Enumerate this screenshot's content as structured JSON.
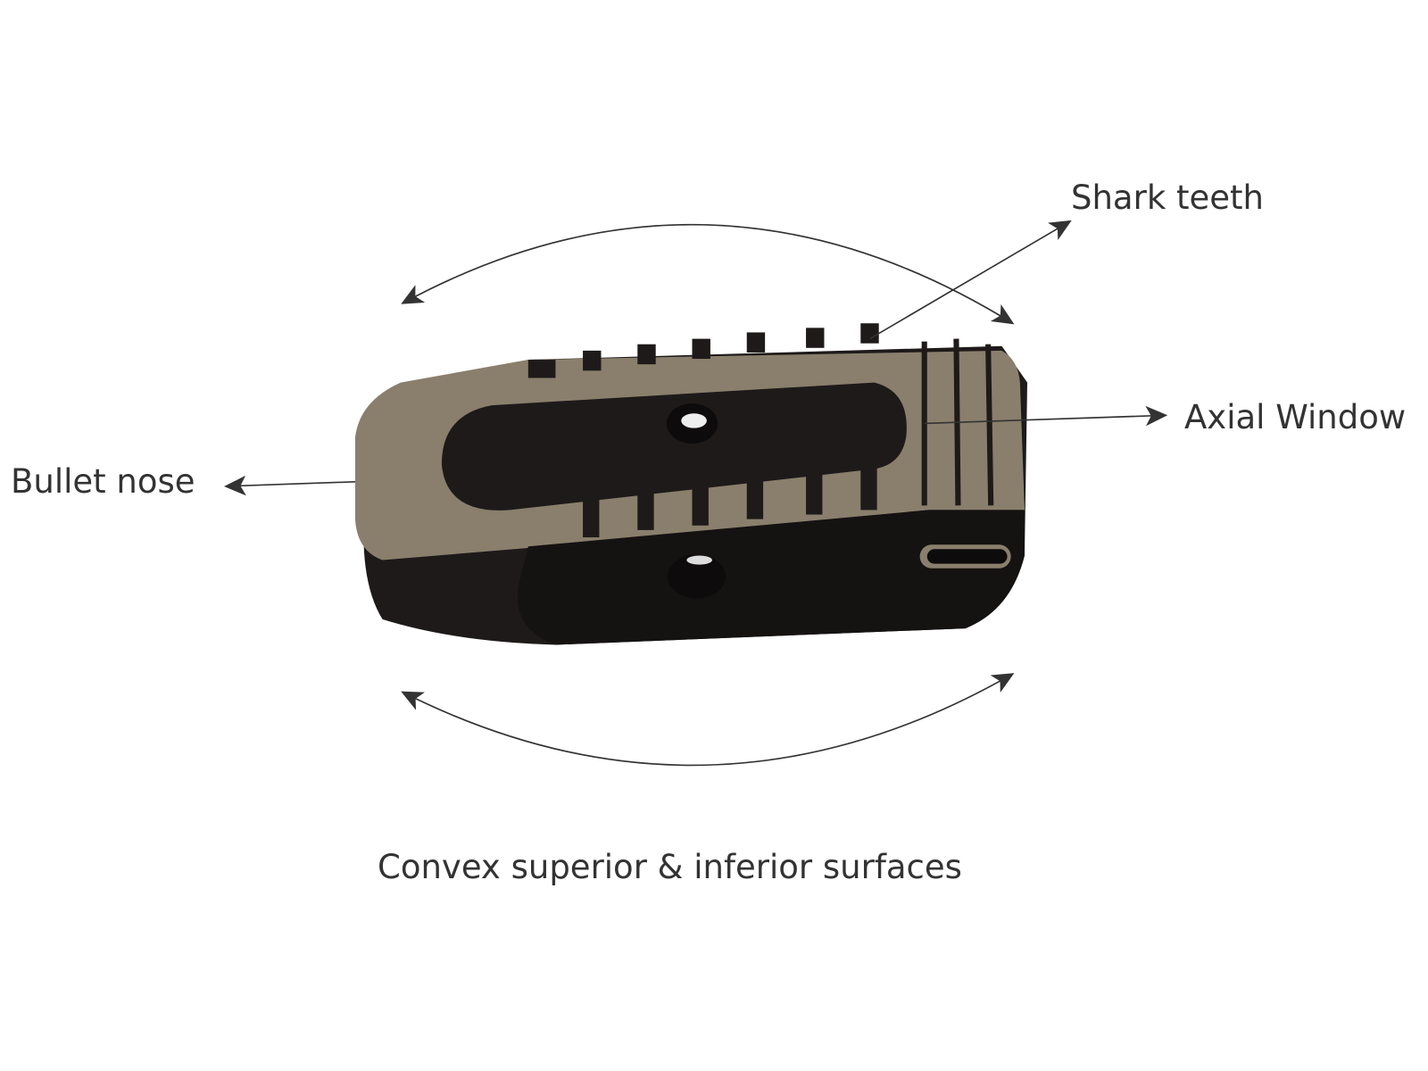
{
  "labels": {
    "shark_teeth": "Shark teeth",
    "axial_window": "Axial Window",
    "bullet_nose": "Bullet nose",
    "convex_surfaces": "Convex superior & inferior surfaces"
  },
  "colors": {
    "text": "#333333",
    "arrow": "#333333",
    "implant_top": "#8a7f6c",
    "implant_body": "#1e1a1a"
  }
}
